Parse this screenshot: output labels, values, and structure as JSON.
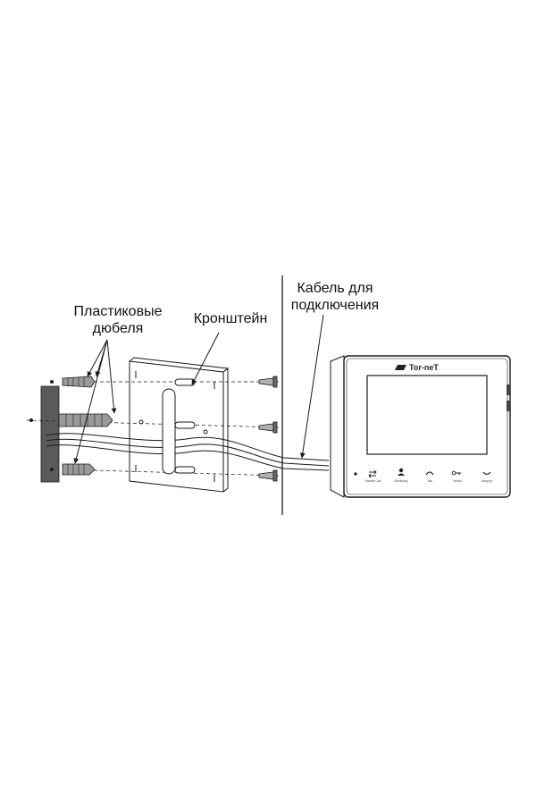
{
  "labels": {
    "dowels": [
      "Пластиковые",
      "дюбеля"
    ],
    "bracket": "Кронштейн",
    "cable": [
      "Кабель для",
      "подключения"
    ]
  },
  "monitor": {
    "brand": "Tor-neT",
    "buttons": [
      {
        "icon": "transfer-call-icon",
        "caption": "Transfer Call"
      },
      {
        "icon": "monitoring-icon",
        "caption": "Monitoring"
      },
      {
        "icon": "talk-icon",
        "caption": "Talk"
      },
      {
        "icon": "unlock-icon",
        "caption": "Unlock"
      },
      {
        "icon": "hang-up-icon",
        "caption": "Hang up"
      }
    ]
  },
  "colors": {
    "line": "#1a1a1a",
    "wall_block": "#5a5a5a",
    "dowel": "#8a8a8a"
  }
}
